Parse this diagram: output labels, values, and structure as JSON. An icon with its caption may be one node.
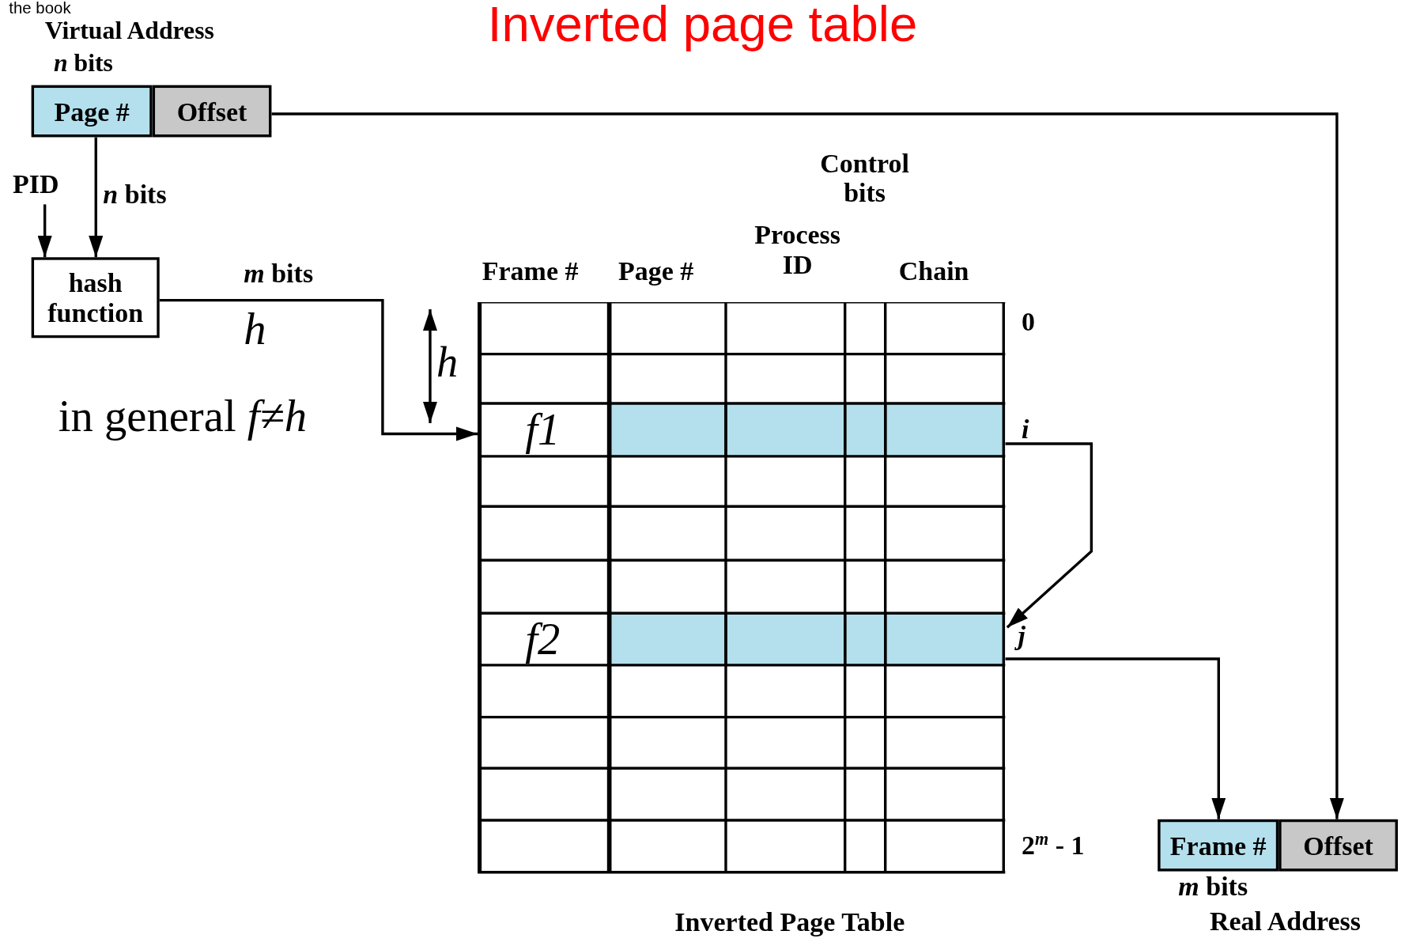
{
  "diagram": {
    "title": "Inverted page table",
    "nodes": [
      {
        "text": [
          "Virtual Address"
        ]
      },
      {
        "text": [
          "Page #"
        ],
        "in": 0
      },
      {
        "text": [
          "Offset"
        ],
        "in": 0
      },
      {
        "text": [
          "PID"
        ]
      },
      {
        "text": [
          "hash function"
        ]
      },
      {
        "text": [
          "Inverted Page Table"
        ]
      },
      {
        "text": [
          "f1"
        ],
        "in": 5
      },
      {
        "text": [],
        "shape": "bar",
        "in": 5
      },
      {
        "text": [
          "f2"
        ],
        "in": 5
      },
      {
        "text": [],
        "shape": "bar",
        "in": 5
      },
      {
        "text": [
          "Real Address"
        ]
      },
      {
        "text": [
          "Frame #"
        ],
        "in": 10
      },
      {
        "text": [
          "Offset"
        ],
        "in": 10
      }
    ],
    "edges": [
      {
        "from": 1,
        "to": 4,
        "arrow": "to",
        "label": "*n* bits"
      },
      {
        "from": 3,
        "to": 4,
        "arrow": "to"
      },
      {
        "from": 4,
        "to": 6,
        "arrow": "to",
        "label": "*m* bits"
      },
      {
        "from": 7,
        "to": 9,
        "arrow": "to"
      },
      {
        "from": 9,
        "to": 11,
        "arrow": "to"
      },
      {
        "from": 2,
        "to": 12,
        "arrow": "to"
      }
    ],
    "labels": [
      "the book",
      "*n* bits",
      "h",
      "in general *f≠h*",
      "h",
      "Control bits",
      "Frame #",
      "Page #",
      "Process ID",
      "Chain",
      "0",
      "i",
      "j",
      "2$^{m}$ - 1",
      "*m* bits"
    ]
  }
}
